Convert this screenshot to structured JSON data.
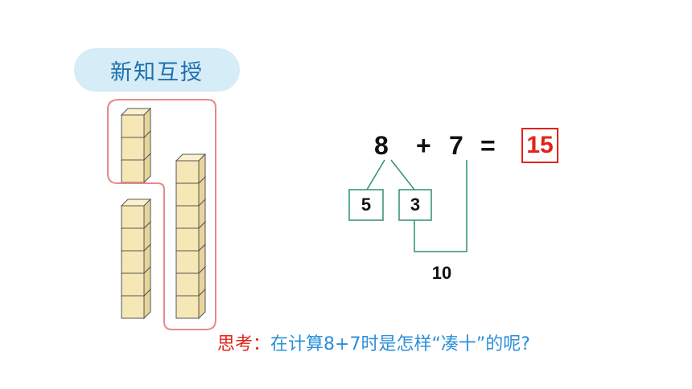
{
  "title": "新知互授",
  "equation": {
    "left": "8",
    "plus": "+",
    "right": "7",
    "equals": "=",
    "result": "15"
  },
  "decomposition": {
    "part_a": "5",
    "part_b": "3",
    "ten_sum": "10"
  },
  "question": {
    "lead": "思考：",
    "text": "在计算8+7时是怎样“凑十”的呢?"
  },
  "blocks": {
    "left_top_stack": 3,
    "left_bottom_stack": 5,
    "right_stack": 7,
    "cube_color": "#f6e7b6",
    "loop_color": "#e58a8a"
  },
  "colors": {
    "accent_red": "#e2231a",
    "box_green": "#2f8f74",
    "question_blue": "#2a8fd8",
    "title_blue": "#1e6fae"
  }
}
